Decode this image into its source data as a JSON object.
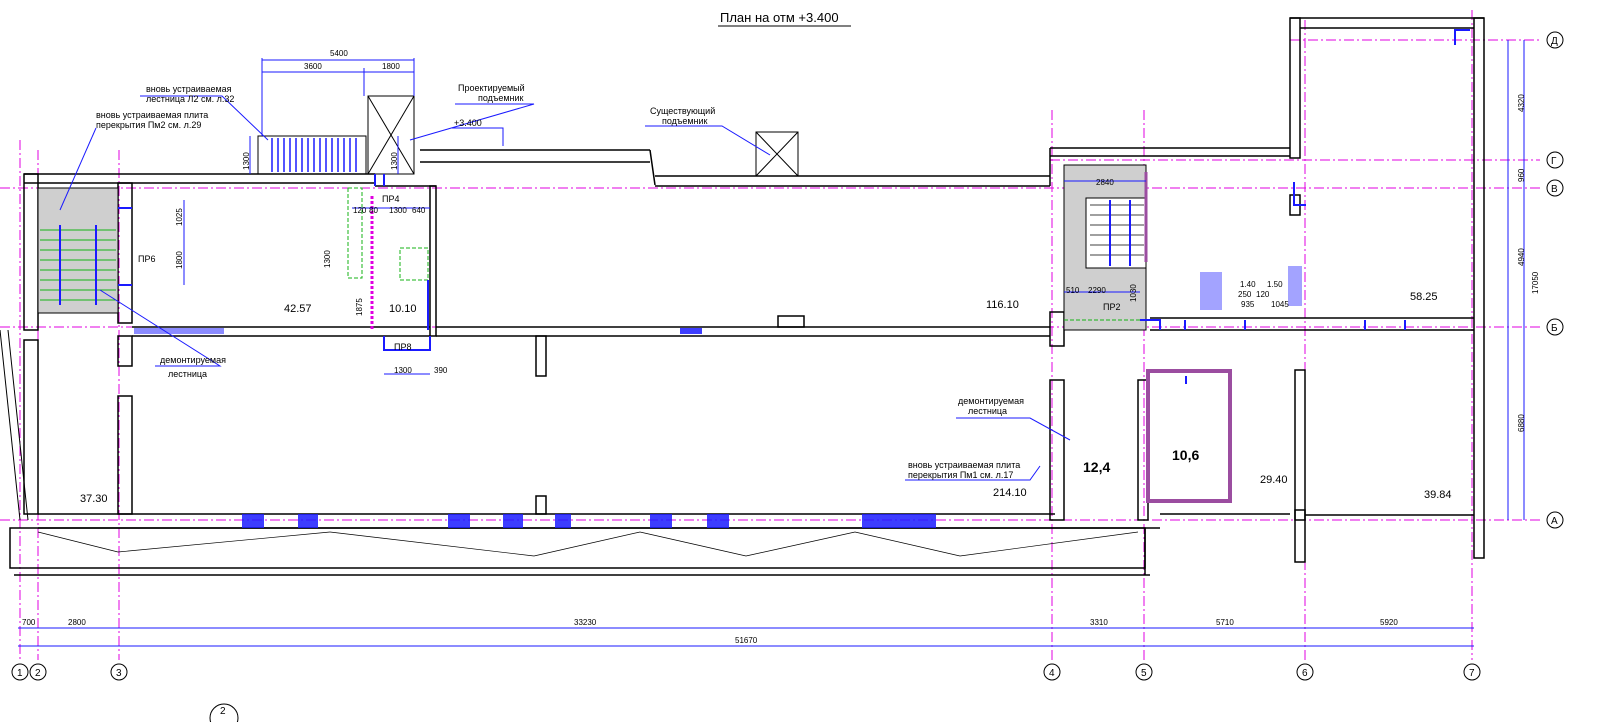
{
  "title": "План на отм +3.400",
  "notes": {
    "stair_l2": [
      "вновь устраиваемая",
      "лестница Л2 см. л.32"
    ],
    "slab_pm2": [
      "вновь устраиваемая плита",
      "перекрытия Пм2 см. л.29"
    ],
    "lift_new": [
      "Проектируемый",
      "подъемник"
    ],
    "lift_existing": [
      "Существующий",
      "подъемник"
    ],
    "stair_demolish_left": [
      "демонтируемая",
      "лестница"
    ],
    "stair_demolish_right": [
      "демонтируемая",
      "лестница"
    ],
    "slab_pm1": [
      "вновь устраиваемая плита",
      "перекрытия Пм1 см. л.17"
    ]
  },
  "level_mark": "+3.400",
  "openings": [
    "ПР6",
    "ПР4",
    "ПР8",
    "ПР2"
  ],
  "rooms": [
    "42.57",
    "10.10",
    "116.10",
    "58.25",
    "37.30",
    "214.10",
    "29.40",
    "39.84",
    "12,4",
    "10,6"
  ],
  "dims_top": [
    "5400",
    "3600",
    "1800",
    "1300",
    "1300"
  ],
  "dims_misc": [
    "1025",
    "1800",
    "1300",
    "1875",
    "120",
    "80",
    "1300",
    "640",
    "1300",
    "390",
    "2840",
    "510",
    "2290",
    "1030",
    "1.40",
    "1.50",
    "250",
    "120",
    "935",
    "1045"
  ],
  "dims_right": [
    "4320",
    "960",
    "4940",
    "6880",
    "17050"
  ],
  "dims_bottom": [
    "700",
    "2800",
    "33230",
    "3310",
    "5710",
    "5920"
  ],
  "dim_total": "51670",
  "axes_bottom": [
    "1",
    "2",
    "3",
    "4",
    "5",
    "6",
    "7"
  ],
  "axes_right": [
    "Д",
    "Г",
    "В",
    "Б",
    "А"
  ],
  "sheet_marker": "2"
}
